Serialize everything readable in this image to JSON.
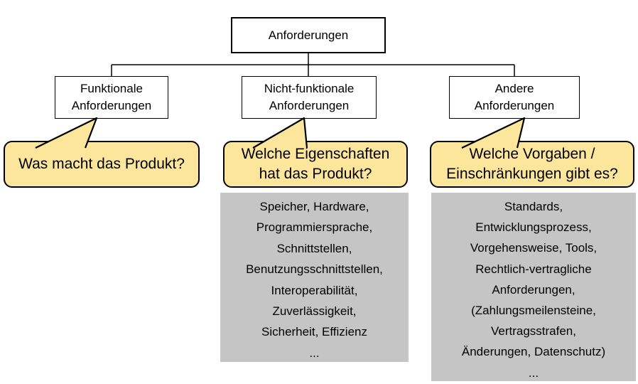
{
  "diagram": {
    "title_hint": "requirements taxonomy tree (German)",
    "root": {
      "label": "Anforderungen"
    },
    "children": [
      {
        "line1": "Funktionale",
        "line2": "Anforderungen"
      },
      {
        "line1": "Nicht-funktionale",
        "line2": "Anforderungen"
      },
      {
        "line1": "Andere",
        "line2": "Anforderungen"
      }
    ],
    "callouts": [
      {
        "lines": [
          "Was macht das Produkt?"
        ]
      },
      {
        "lines": [
          "Welche Eigenschaften",
          "hat das Produkt?"
        ]
      },
      {
        "lines": [
          "Welche Vorgaben /",
          "Einschränkungen gibt es?"
        ]
      }
    ],
    "detail_boxes": [
      {
        "lines": [
          "Speicher, Hardware,",
          "Programmiersprache,",
          "Schnittstellen,",
          "Benutzungsschnittstellen,",
          "Interoperabilität,",
          "Zuverlässigkeit,",
          "Sicherheit, Effizienz",
          "..."
        ]
      },
      {
        "lines": [
          "Standards,",
          "Entwicklungsprozess,",
          "Vorgehensweise, Tools,",
          "Rechtlich-vertragliche",
          "Anforderungen,",
          "(Zahlungsmeilensteine,",
          "Vertragsstrafen,",
          "Änderungen, Datenschutz)",
          "..."
        ]
      }
    ],
    "colors": {
      "callout_fill": "#fce69b",
      "detail_fill": "#c5c5c5",
      "line": "#000000",
      "background": "#ffffff"
    }
  }
}
